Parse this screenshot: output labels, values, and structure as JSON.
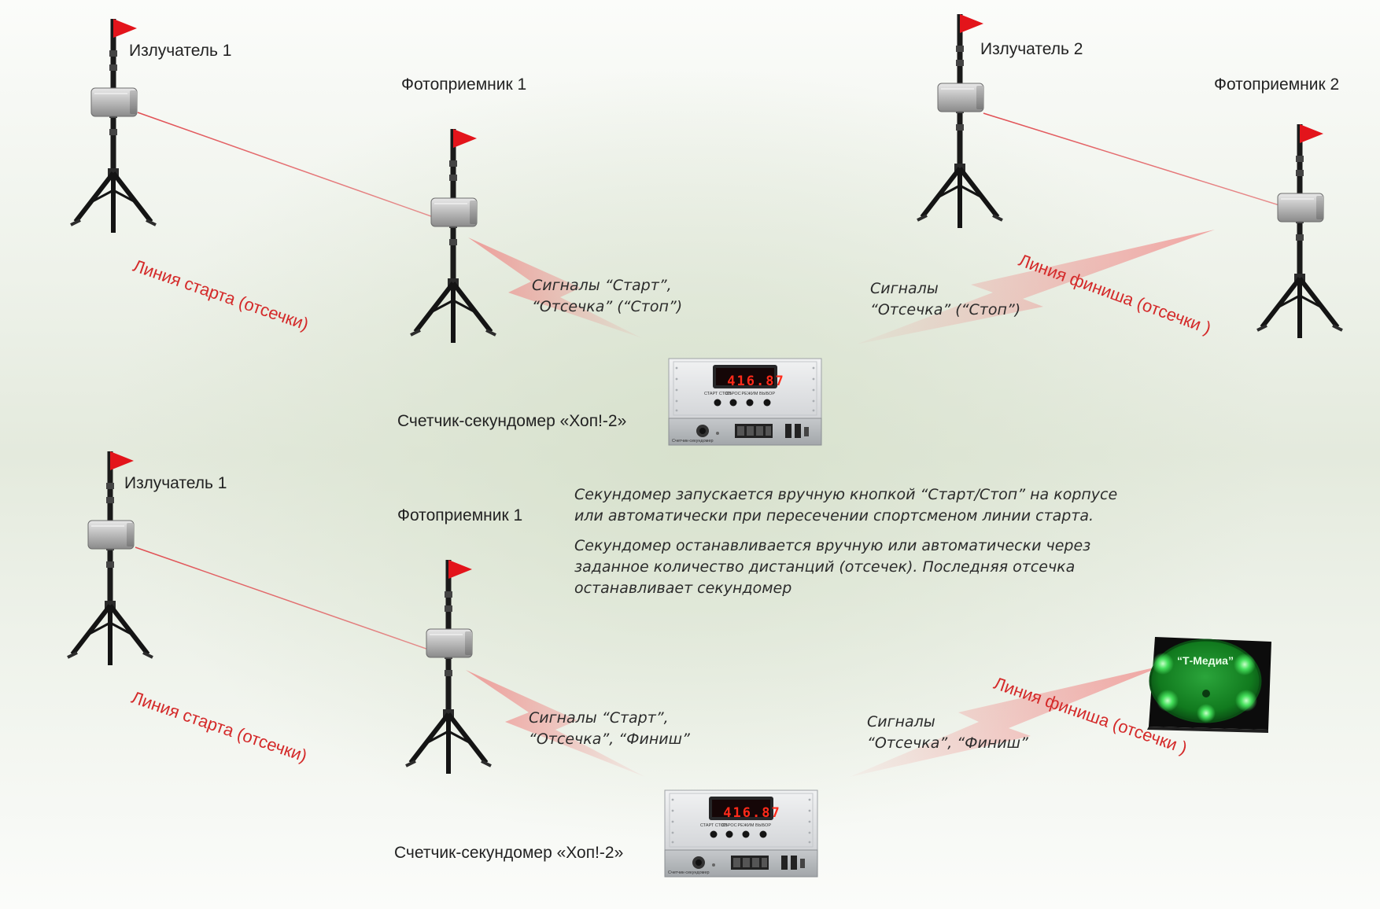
{
  "colors": {
    "accent_red": "#d42a2a",
    "beam_red": "#e0454a",
    "flag_red": "#e3141b",
    "glow_green": "#45e05c",
    "text_dark": "#222222"
  },
  "scene_top": {
    "emitter1_label": "Излучатель 1",
    "receiver1_label": "Фотоприемник 1",
    "emitter2_label": "Излучатель 2",
    "receiver2_label": "Фотоприемник 2",
    "start_line_label": "Линия старта (отсечки)",
    "finish_line_label": "Линия финиша (отсечки )",
    "signals_left": [
      "Сигналы “Старт”,",
      "“Отсечка” (“Стоп”)"
    ],
    "signals_right": [
      "Сигналы",
      "“Отсечка” (“Стоп”)"
    ],
    "counter_label": "Счетчик-секундомер «Хоп!-2»",
    "display_value": "416.87"
  },
  "scene_bottom": {
    "emitter1_label": "Излучатель 1",
    "receiver1_label": "Фотоприемник 1",
    "start_line_label": "Линия старта (отсечки)",
    "finish_line_label": "Линия финиша (отсечки )",
    "signals_left": [
      "Сигналы “Старт”,",
      "“Отсечка”, “Финиш”"
    ],
    "signals_right": [
      "Сигналы",
      "“Отсечка”, “Финиш”"
    ],
    "counter_label": "Счетчик-секундомер «Хоп!-2»",
    "display_value": "416.87",
    "pad_logo": "“Т-Медиа”"
  },
  "description": {
    "paragraph1": [
      "Секундомер запускается вручную кнопкой “Старт/Стоп” на корпусе",
      "или автоматически при пересечении спортсменом линии старта."
    ],
    "paragraph2": [
      "Секундомер останавливается вручную или автоматически через",
      "заданное количество дистанций (отсечек). Последняя отсечка",
      "останавливает секундомер"
    ]
  },
  "device_buttons": [
    "СТАРТ СТОП",
    "СБРОС",
    "РЕЖИМ",
    "ВЫБОР"
  ],
  "device_panel_caption": "Счетчик-секундомер"
}
